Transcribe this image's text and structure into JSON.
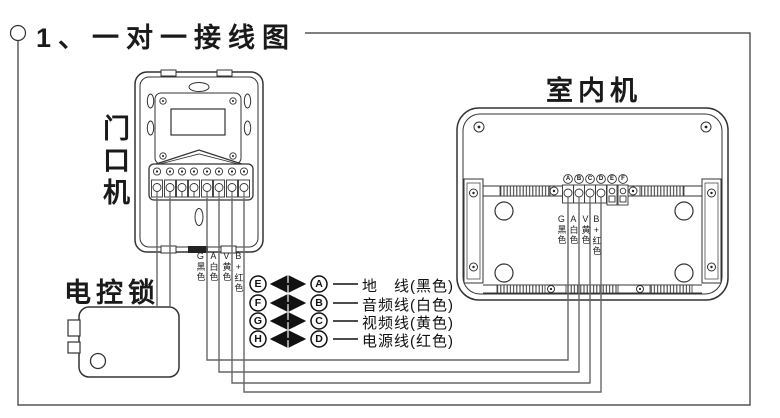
{
  "frame": {
    "title": "1、一对一接线图"
  },
  "door_station": {
    "label": "门口机",
    "wire_labels": [
      "G黑色",
      "A白色",
      "V黄色",
      "B+红色"
    ]
  },
  "electric_lock": {
    "label": "电控锁"
  },
  "indoor_unit": {
    "label": "室内机",
    "terminals": [
      "A",
      "B",
      "C",
      "D",
      "E",
      "F"
    ],
    "wire_labels": [
      "G黑色",
      "A白色",
      "V黄色",
      "B+红色"
    ]
  },
  "legend": {
    "rows": [
      {
        "from": "E",
        "to": "A",
        "desc": "地　线(黑色)"
      },
      {
        "from": "F",
        "to": "B",
        "desc": "音频线(白色)"
      },
      {
        "from": "G",
        "to": "C",
        "desc": "视频线(黄色)"
      },
      {
        "from": "H",
        "to": "D",
        "desc": "电源线(红色)"
      }
    ]
  },
  "colors": {
    "diagram_line": "#333333",
    "wire_line": "#666666",
    "background": "#ffffff"
  }
}
